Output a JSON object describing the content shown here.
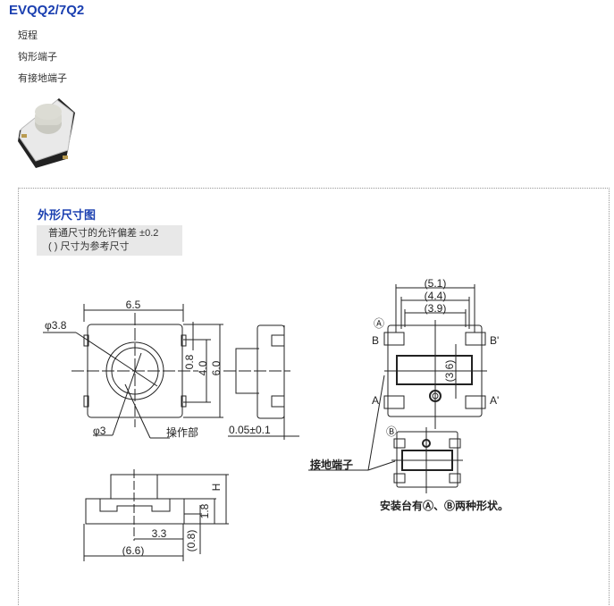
{
  "header": {
    "title": "EVQQ2/7Q2"
  },
  "features": [
    "短程",
    "钩形端子",
    "有接地端子"
  ],
  "section": {
    "title": "外形尺寸图",
    "notes": [
      "普通尺寸的允许偏差 ±0.2",
      "( ) 尺寸为参考尺寸"
    ]
  },
  "drawing": {
    "top_view": {
      "width": "6.5",
      "phi_outer": "φ3.8",
      "phi_inner": "φ3",
      "operating_part": "操作部",
      "dim_08": "0.8",
      "dim_40": "4.0",
      "dim_60": "6.0"
    },
    "side_view": {
      "tolerance": "0.05±0.1"
    },
    "front_view": {
      "dim_33": "3.3",
      "dim_66": "(6.6)",
      "dim_18": "1.8",
      "dim_H": "H",
      "dim_08": "(0.8)"
    },
    "bottom_view": {
      "dim_51": "(5.1)",
      "dim_44": "(4.4)",
      "dim_39": "(3.9)",
      "dim_36": "(3.6)",
      "mark_a": "Ⓐ",
      "mark_b": "Ⓑ",
      "label_B": "B",
      "label_B2": "B'",
      "label_A": "A",
      "label_A2": "A'",
      "ground_terminal": "接地端子",
      "caption": "安装台有Ⓐ、Ⓑ两种形状。"
    }
  }
}
